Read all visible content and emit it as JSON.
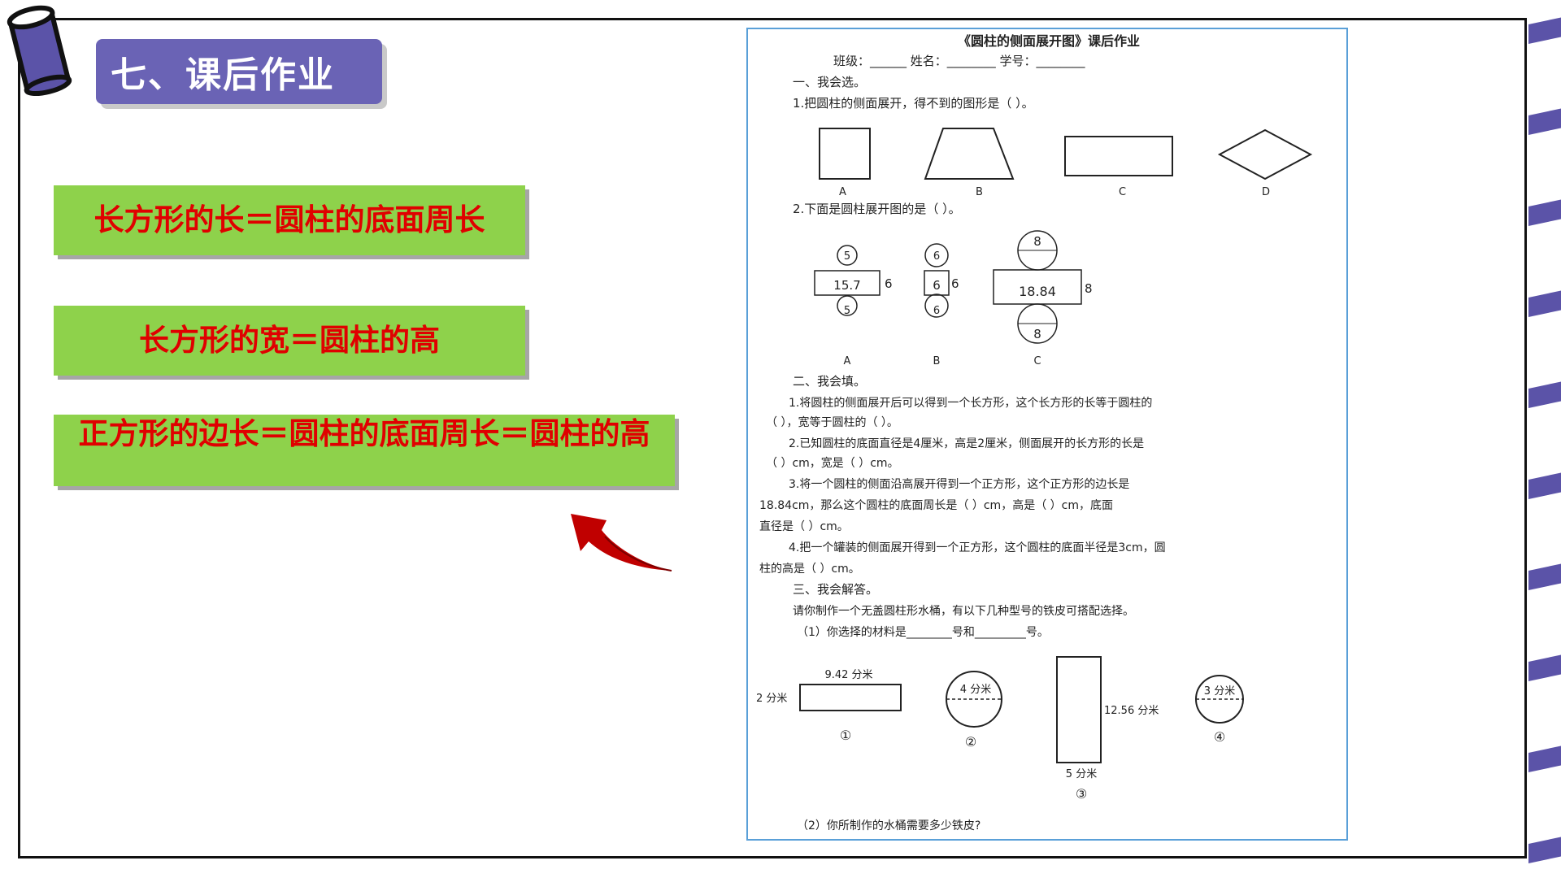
{
  "slide": {
    "title": "七、课后作业",
    "formulas": [
      "长方形的长＝圆柱的底面周长",
      "长方形的宽＝圆柱的高",
      "正方形的边长＝圆柱的底面周长＝圆柱的高"
    ]
  },
  "colors": {
    "title_bg": "#6a63b5",
    "formula_bg": "#8ed24b",
    "formula_text": "#e00000",
    "stripe": "#5b53a8",
    "arrow": "#c00000",
    "sheet_border": "#5aa0d8"
  },
  "icons": {
    "decor": "can-icon",
    "pointer": "red-arrow-icon"
  },
  "worksheet": {
    "title": "《圆柱的侧面展开图》课后作业",
    "header": "班级：______    姓名：________    学号：________",
    "sec1": "一、我会选。",
    "q1": "1.把圆柱的侧面展开，得不到的图形是（      ）。",
    "q1_labels": [
      "A",
      "B",
      "C",
      "D"
    ],
    "q2": "2.下面是圆柱展开图的是（      ）。",
    "q2_a": {
      "top": "5",
      "mid": "15.7",
      "side": "6",
      "bottom": "5"
    },
    "q2_b": {
      "top": "6",
      "mid": "6",
      "side": "6",
      "bottom": "6"
    },
    "q2_c": {
      "top": "8",
      "mid": "18.84",
      "side": "8",
      "bottom": "8"
    },
    "q2_labels": [
      "A",
      "B",
      "C"
    ],
    "sec2": "二、我会填。",
    "f1a": "1.将圆柱的侧面展开后可以得到一个长方形，这个长方形的长等于圆柱的",
    "f1b": "（          ），宽等于圆柱的（          ）。",
    "f2a": "2.已知圆柱的底面直径是4厘米，高是2厘米，侧面展开的长方形的长是",
    "f2b": "（        ）cm，宽是（      ）cm。",
    "f3a": "3.将一个圆柱的侧面沿高展开得到一个正方形，这个正方形的边长是",
    "f3b": "18.84cm，那么这个圆柱的底面周长是（        ）cm，高是（        ）cm，底面",
    "f3c": "直径是（        ）cm。",
    "f4a": "4.把一个罐装的侧面展开得到一个正方形，这个圆柱的底面半径是3cm，圆",
    "f4b": "柱的高是（        ）cm。",
    "sec3": "三、我会解答。",
    "s1": "请你制作一个无盖圆柱形水桶，有以下几种型号的铁皮可搭配选择。",
    "s2": "（1）你选择的材料是________号和_________号。",
    "m1_top": "9.42 分米",
    "m1_side": "2 分米",
    "m1_num": "①",
    "m2_r": "4 分米",
    "m2_num": "②",
    "m3_side": "12.56 分米",
    "m3_bottom": "5 分米",
    "m3_num": "③",
    "m4_r": "3 分米",
    "m4_num": "④",
    "s3": "（2）你所制作的水桶需要多少铁皮?"
  }
}
